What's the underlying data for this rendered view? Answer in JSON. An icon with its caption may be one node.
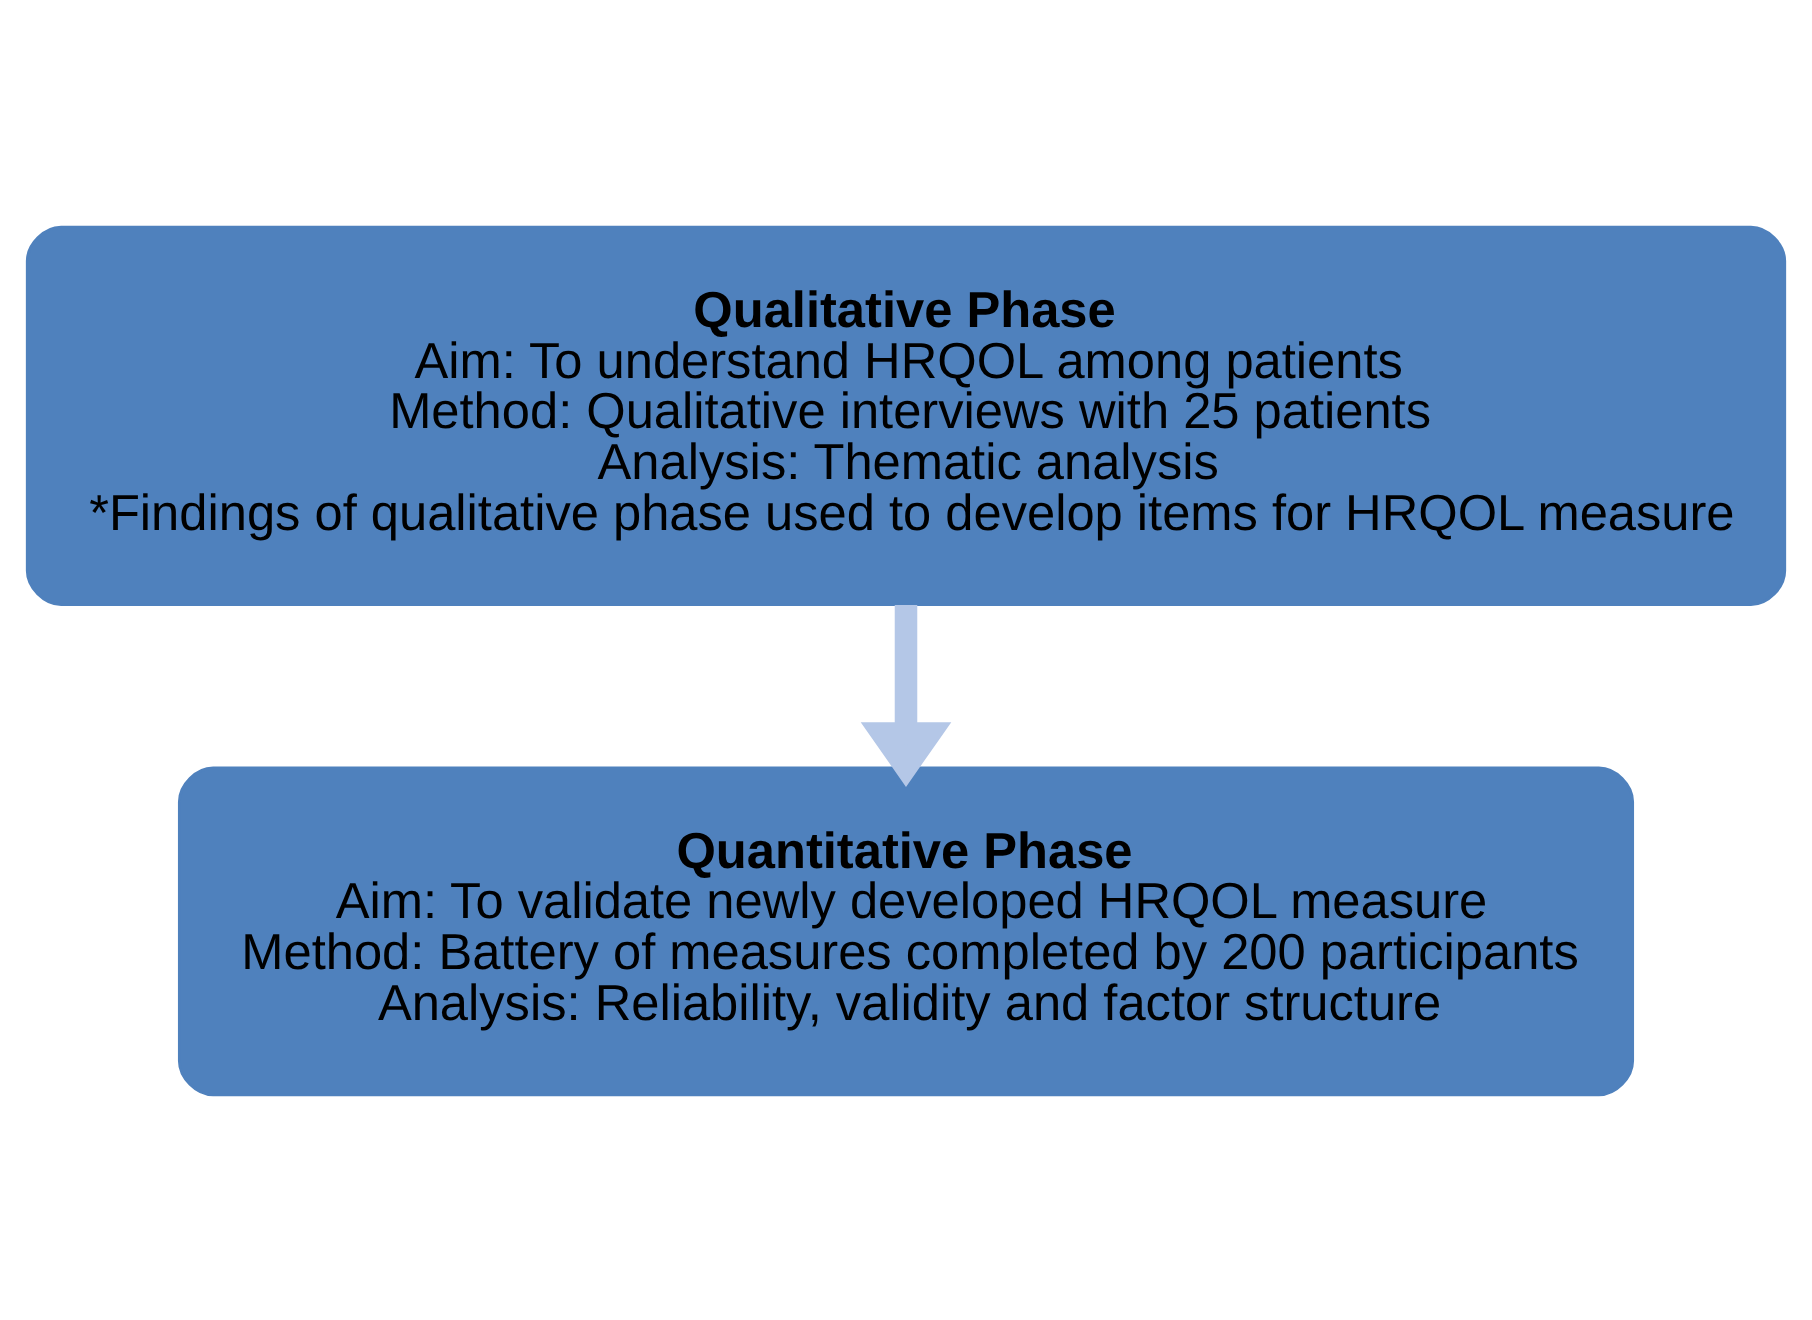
{
  "diagram": {
    "nodes": [
      {
        "text": [
          "Qualitative Phase",
          "Aim: To understand HRQOL among patients",
          "Method: Qualitative interviews with 25 patients",
          "Analysis: Thematic analysis",
          "*Findings of qualitative phase used to develop items for HRQOL measure"
        ]
      },
      {
        "text": [
          "Quantitative Phase",
          "Aim: To validate newly developed HRQOL measure",
          "Method: Battery of measures completed by 200 participants",
          "Analysis: Reliability, validity and factor structure"
        ]
      }
    ],
    "edges": [
      {
        "from": 0,
        "to": 1,
        "arrow": "to"
      }
    ]
  }
}
